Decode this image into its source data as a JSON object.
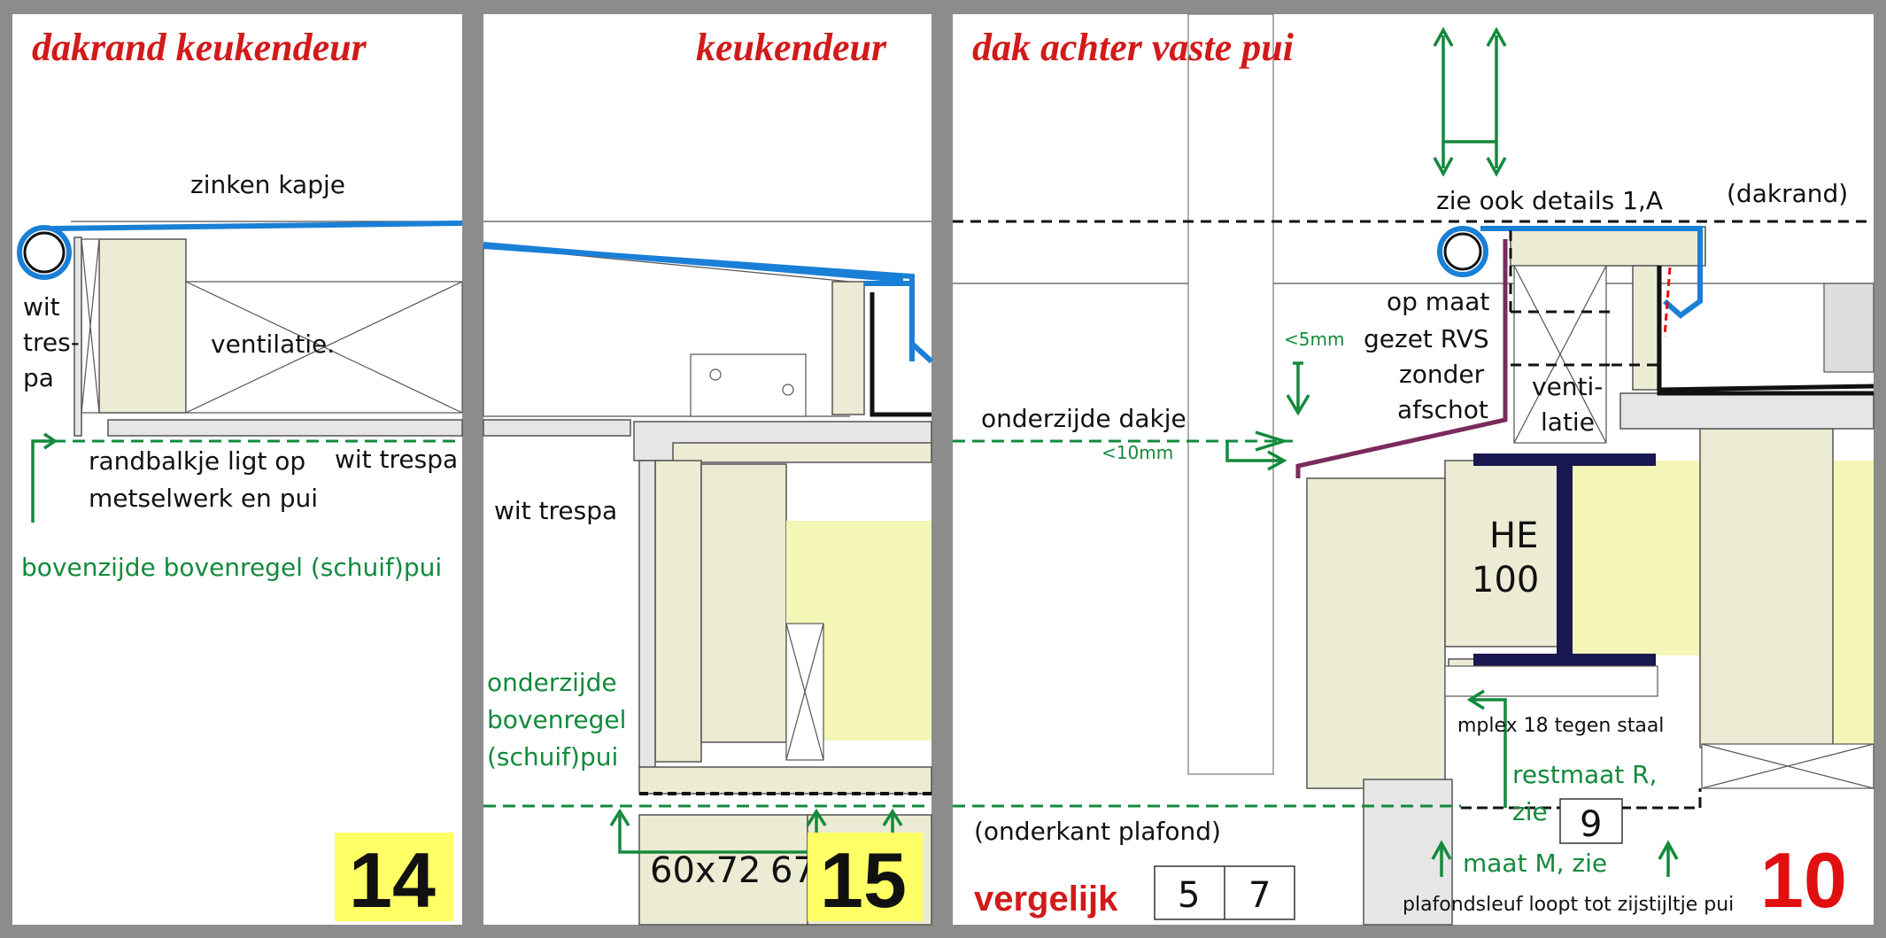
{
  "panels": [
    {
      "title": "dakrand keukendeur",
      "labels": {
        "zinc": "zinken kapje",
        "wit": "wit",
        "tres": "tres-",
        "pa": "pa",
        "ventilatie": "ventilatie.",
        "randbalkje1": "randbalkje ligt op",
        "randbalkje2": "metselwerk en pui",
        "wit_trespa": "wit trespa",
        "bovenzijde": "bovenzijde bovenregel (schuif)pui"
      },
      "number": "14"
    },
    {
      "title": "keukendeur",
      "labels": {
        "wit_trespa": "wit trespa",
        "onder1": "onderzijde",
        "onder2": "bovenregel",
        "onder3": "(schuif)pui",
        "dim1": "60x72",
        "dim2": "67"
      },
      "number": "15"
    },
    {
      "title": "dak achter vaste pui",
      "labels": {
        "zie_ook": "zie ook details 1,A",
        "dakrand": "(dakrand)",
        "opmaat1": "op maat",
        "opmaat2": "gezet RVS",
        "opmaat3": "zonder",
        "opmaat4": "afschot",
        "venti": "venti-",
        "latie": "latie",
        "lt5": "<5mm",
        "onderzijde_dakje": "onderzijde dakje",
        "lt10": "<10mm",
        "he": "HE",
        "he100": "100",
        "mplex": "mplex 18 tegen staal",
        "restmaat": "restmaat R,",
        "zie": "zie",
        "box9": "9",
        "onderkant": "(onderkant plafond)",
        "vergelijk": "vergelijk",
        "box5": "5",
        "box7": "7",
        "maat": "maat M, zie",
        "plafond": "plafondsleuf loopt tot zijstijltje pui"
      },
      "number": "10"
    }
  ],
  "colors": {
    "title": "#d21a1a",
    "green": "#138a3c",
    "zinc_blue": "#1a7fd6",
    "yellow_tag": "#ffff66",
    "steel": "#1a1850"
  }
}
